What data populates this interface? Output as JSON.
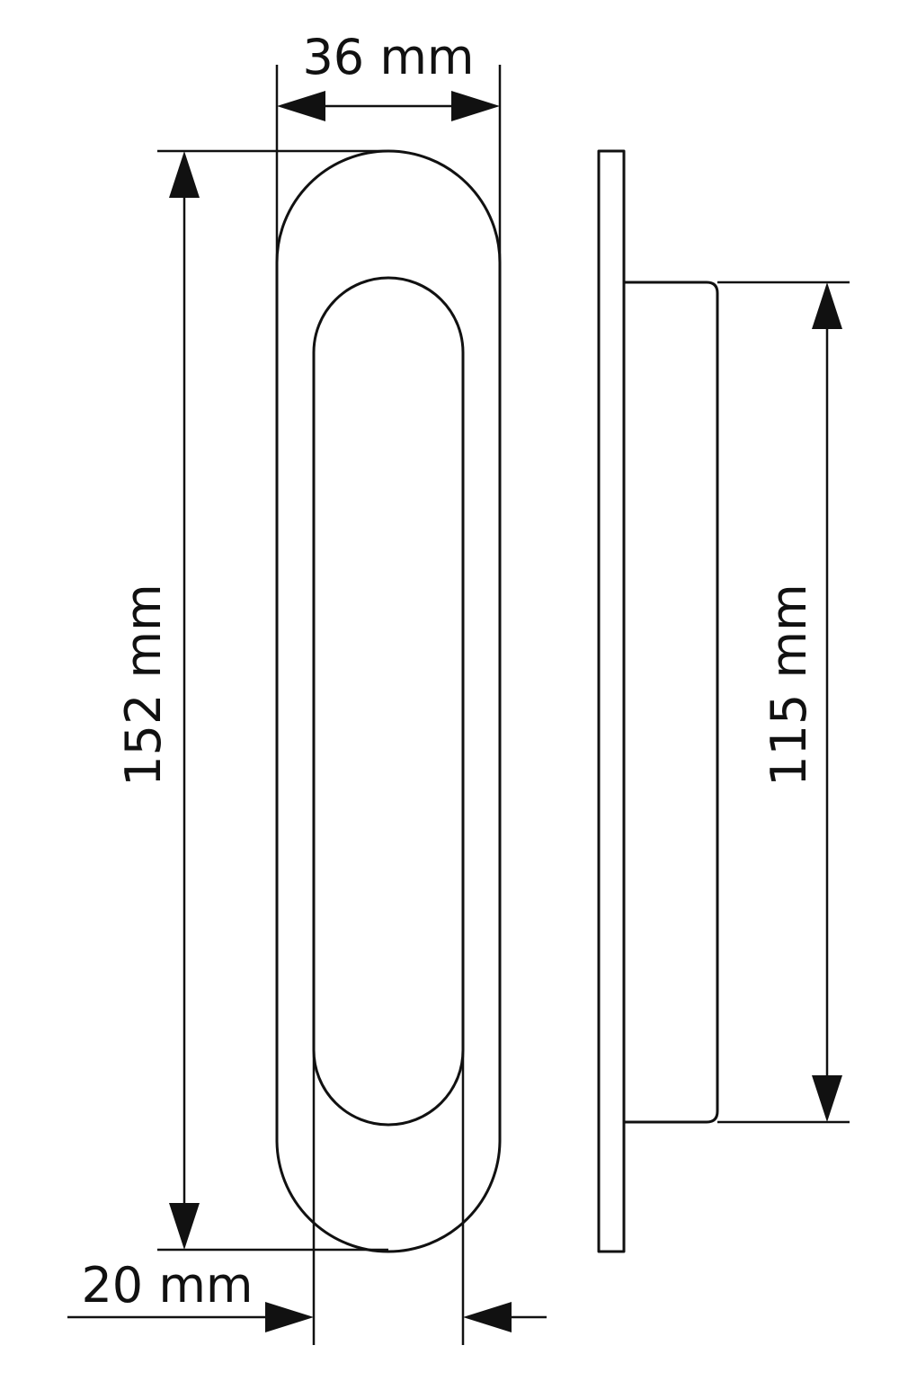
{
  "dimensions": {
    "width_label": "36 mm",
    "height_label": "152 mm",
    "depth_label": "115 mm",
    "grip_label": "20 mm"
  },
  "style": {
    "line_color": "#111111",
    "background": "#ffffff"
  }
}
